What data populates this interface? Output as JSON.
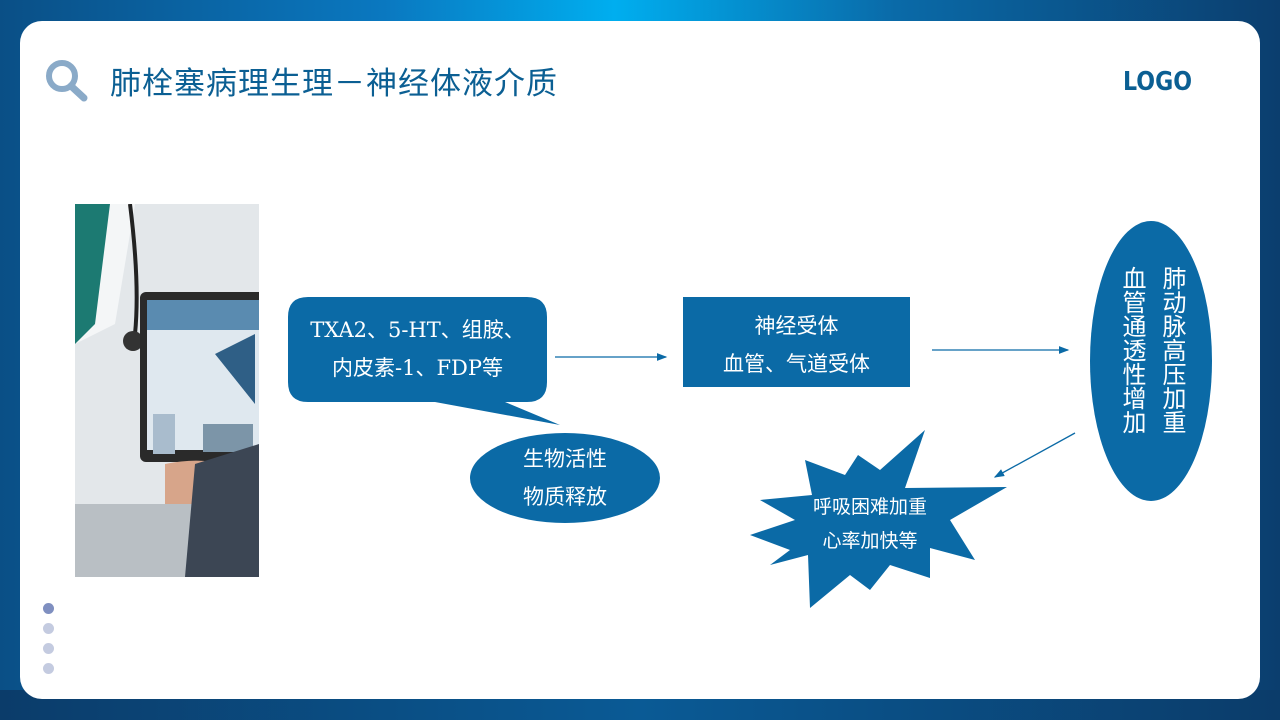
{
  "slide": {
    "title": "肺栓塞病理生理－神经体液介质",
    "logo": "LOGO"
  },
  "diagram": {
    "mediators": [
      "TXA2、5-HT、组胺、",
      "内皮素-1、FDP等"
    ],
    "release": [
      "生物活性",
      "物质释放"
    ],
    "receptors": [
      "神经受体",
      "血管、气道受体"
    ],
    "outcome_cols": [
      "肺动脉高压加重",
      "血管通透性增加"
    ],
    "symptoms": [
      "呼吸困难加重",
      "心率加快等"
    ]
  },
  "colors": {
    "primary": "#0b6aa6",
    "title": "#0b5f93"
  }
}
